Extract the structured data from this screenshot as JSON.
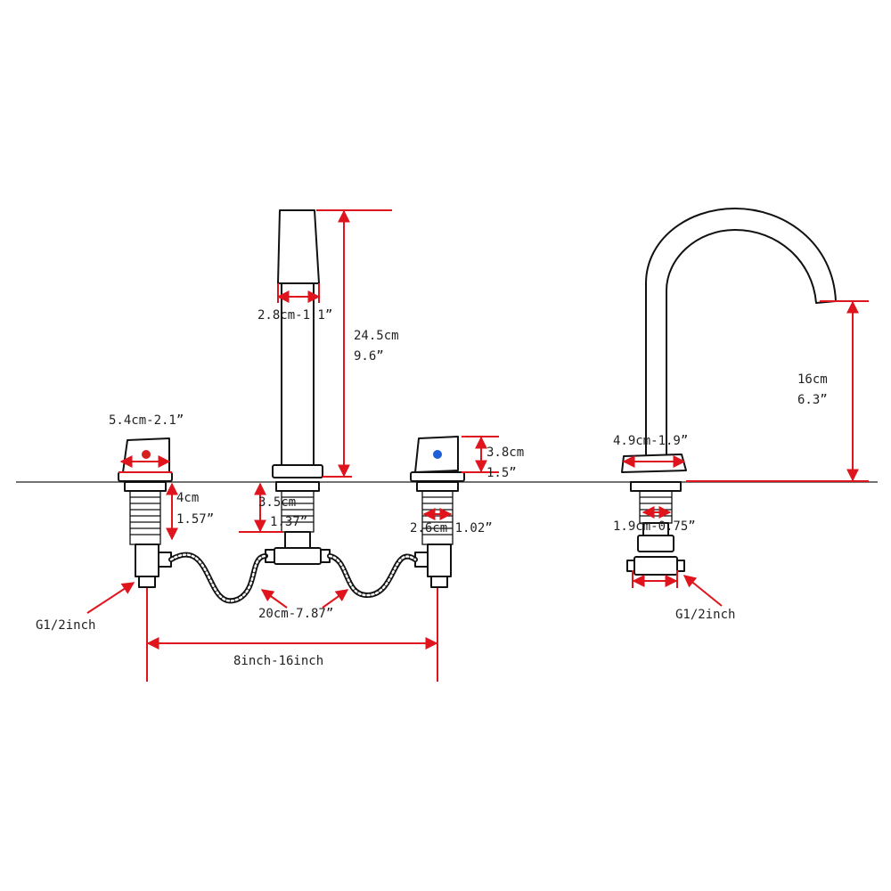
{
  "colors": {
    "dimension": "#e0141d",
    "outline": "#111111",
    "counter": "#444444",
    "hot_marker": "#d62020",
    "cold_marker": "#1f5fd6"
  },
  "labels": {
    "spout_width": "2.8cm-1.1”",
    "spout_height_cm": "24.5cm",
    "spout_height_in": "9.6”",
    "handle_width": "5.4cm-2.1”",
    "handle_height_cm": "3.8cm",
    "handle_height_in": "1.5”",
    "shank_length_cm": "4cm",
    "shank_length_in": "1.57”",
    "spout_shank_cm": "3.5cm",
    "spout_shank_in": "1.37”",
    "valve_diameter": "2.6cm-1.02”",
    "hose_length": "20cm-7.87”",
    "spread": "8inch-16inch",
    "inlet_left": "G1/2inch",
    "gooseneck_height_cm": "16cm",
    "gooseneck_height_in": "6.3”",
    "gooseneck_base": "4.9cm-1.9”",
    "gooseneck_shank": "1.9cm-0.75”",
    "inlet_right": "G1/2inch"
  }
}
